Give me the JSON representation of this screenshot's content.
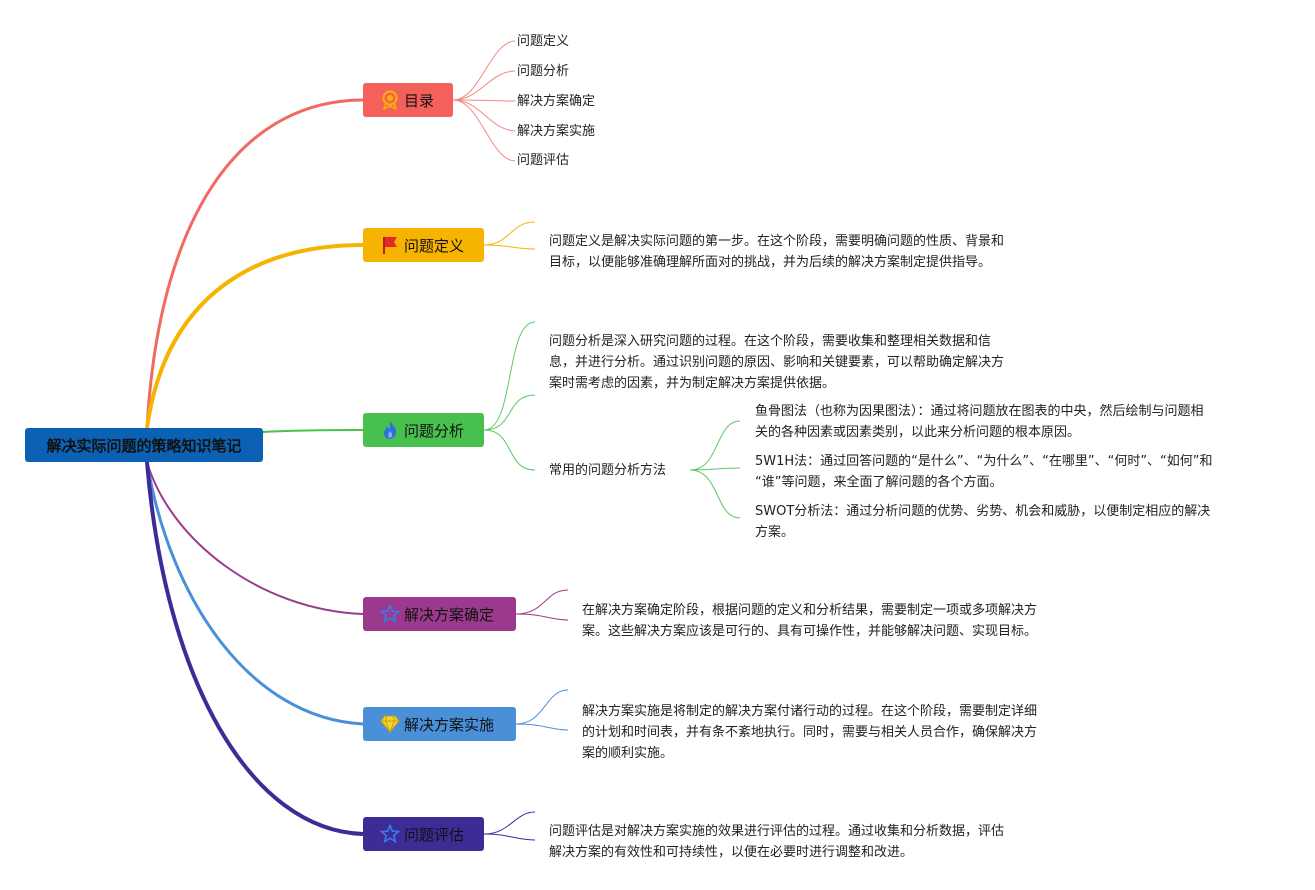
{
  "root": {
    "title": "解决实际问题的策略知识笔记"
  },
  "colors": {
    "root": "#0b62b5",
    "toc": "#f4605a",
    "definition": "#f6b400",
    "analysis": "#47c04e",
    "determine": "#9b3a8c",
    "implement": "#4a90d9",
    "evaluate": "#3d2b96"
  },
  "branches": {
    "toc": {
      "label": "目录",
      "icon": "medal-icon",
      "items": [
        "问题定义",
        "问题分析",
        "解决方案确定",
        "解决方案实施",
        "问题评估"
      ]
    },
    "definition": {
      "label": "问题定义",
      "icon": "flag-icon",
      "text": [
        "问题定义是解决实际问题的第一步。在这个阶段，需要明确问题的性质、背景和",
        "目标，以便能够准确理解所面对的挑战，并为后续的解决方案制定提供指导。"
      ]
    },
    "analysis": {
      "label": "问题分析",
      "icon": "flame-icon",
      "text": [
        "问题分析是深入研究问题的过程。在这个阶段，需要收集和整理相关数据和信",
        "息，并进行分析。通过识别问题的原因、影响和关键要素，可以帮助确定解决方",
        "案时需考虑的因素，并为制定解决方案提供依据。"
      ],
      "methods_label": "常用的问题分析方法",
      "methods": [
        [
          "鱼骨图法（也称为因果图法）：通过将问题放在图表的中央，然后绘制与问题相",
          "关的各种因素或因素类别，以此来分析问题的根本原因。"
        ],
        [
          "5W1H法：通过回答问题的“是什么”、“为什么”、“在哪里”、“何时”、“如何”和",
          "“谁”等问题，来全面了解问题的各个方面。"
        ],
        [
          "SWOT分析法：通过分析问题的优势、劣势、机会和威胁，以便制定相应的解决",
          "方案。"
        ]
      ]
    },
    "determine": {
      "label": "解决方案确定",
      "icon": "star-icon",
      "text": [
        "在解决方案确定阶段，根据问题的定义和分析结果，需要制定一项或多项解决方",
        "案。这些解决方案应该是可行的、具有可操作性，并能够解决问题、实现目标。"
      ]
    },
    "implement": {
      "label": "解决方案实施",
      "icon": "diamond-icon",
      "text": [
        "解决方案实施是将制定的解决方案付诸行动的过程。在这个阶段，需要制定详细",
        "的计划和时间表，并有条不紊地执行。同时，需要与相关人员合作，确保解决方",
        "案的顺利实施。"
      ]
    },
    "evaluate": {
      "label": "问题评估",
      "icon": "star-icon",
      "text": [
        "问题评估是对解决方案实施的效果进行评估的过程。通过收集和分析数据，评估",
        "解决方案的有效性和可持续性，以便在必要时进行调整和改进。"
      ]
    }
  }
}
